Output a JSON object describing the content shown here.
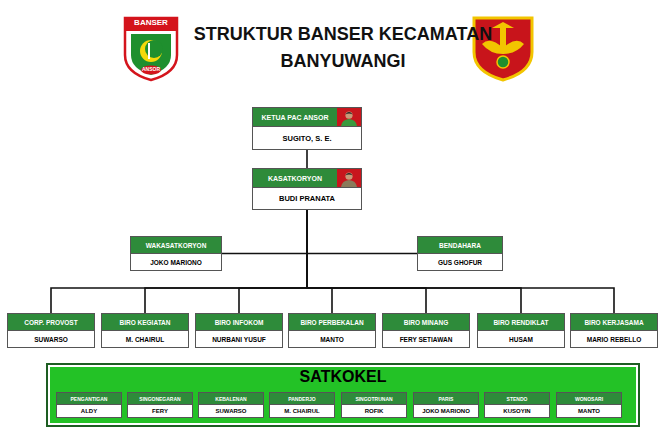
{
  "diagram": {
    "title": "STRUKTUR BANSER KECAMATAN BANYUWANGI",
    "nodes": [
      {
        "text": [
          "KETUA PAC ANSOR",
          "SUGITO, S. E."
        ]
      },
      {
        "text": [
          "KASATKORYON",
          "BUDI PRANATA"
        ]
      },
      {
        "text": [
          "WAKASATKORYON",
          "JOKO MARIONO"
        ]
      },
      {
        "text": [
          "BENDAHARA",
          "GUS GHOFUR"
        ]
      },
      {
        "text": [
          "CORP. PROVOST",
          "SUWARSO"
        ]
      },
      {
        "text": [
          "BIRO KEGIATAN",
          "M. CHAIRUL"
        ]
      },
      {
        "text": [
          "BIRO INFOKOM",
          "NURBANI YUSUF"
        ]
      },
      {
        "text": [
          "BIRO PERBEKALAN",
          "MANTO"
        ]
      },
      {
        "text": [
          "BIRO MINANG",
          "FERY SETIAWAN"
        ]
      },
      {
        "text": [
          "BIRO RENDIKLAT",
          "HUSAM"
        ]
      },
      {
        "text": [
          "BIRO KERJASAMA",
          "MARIO REBELLO"
        ]
      },
      {
        "text": [
          "SATKOKEL"
        ]
      },
      {
        "text": [
          "PENGANTIGAN",
          "ALDY"
        ],
        "in": 11
      },
      {
        "text": [
          "SINGONEGARAN",
          "FERY"
        ],
        "in": 11
      },
      {
        "text": [
          "KEBALENAN",
          "SUWARSO"
        ],
        "in": 11
      },
      {
        "text": [
          "PANDERJO",
          "M. CHAIRUL"
        ],
        "in": 11
      },
      {
        "text": [
          "SINGOTRUNAN",
          "ROFIK"
        ],
        "in": 11
      },
      {
        "text": [
          "PARIS",
          "JOKO MARIONO"
        ],
        "in": 11
      },
      {
        "text": [
          "STENDO",
          "KUSOYIN"
        ],
        "in": 11
      },
      {
        "text": [
          "WONOSARI",
          "MANTO"
        ],
        "in": 11
      }
    ],
    "edges": [
      {
        "from": 0,
        "to": 1,
        "arrow": "none"
      },
      {
        "from": 1,
        "to": 2,
        "arrow": "none"
      },
      {
        "from": 1,
        "to": 3,
        "arrow": "none"
      },
      {
        "from": 1,
        "to": 4,
        "arrow": "none"
      },
      {
        "from": 1,
        "to": 5,
        "arrow": "none"
      },
      {
        "from": 1,
        "to": 6,
        "arrow": "none"
      },
      {
        "from": 1,
        "to": 7,
        "arrow": "none"
      },
      {
        "from": 1,
        "to": 8,
        "arrow": "none"
      },
      {
        "from": 1,
        "to": 9,
        "arrow": "none"
      },
      {
        "from": 1,
        "to": 10,
        "arrow": "none"
      }
    ],
    "labels": [
      "BANSER",
      "ANSOR"
    ]
  }
}
